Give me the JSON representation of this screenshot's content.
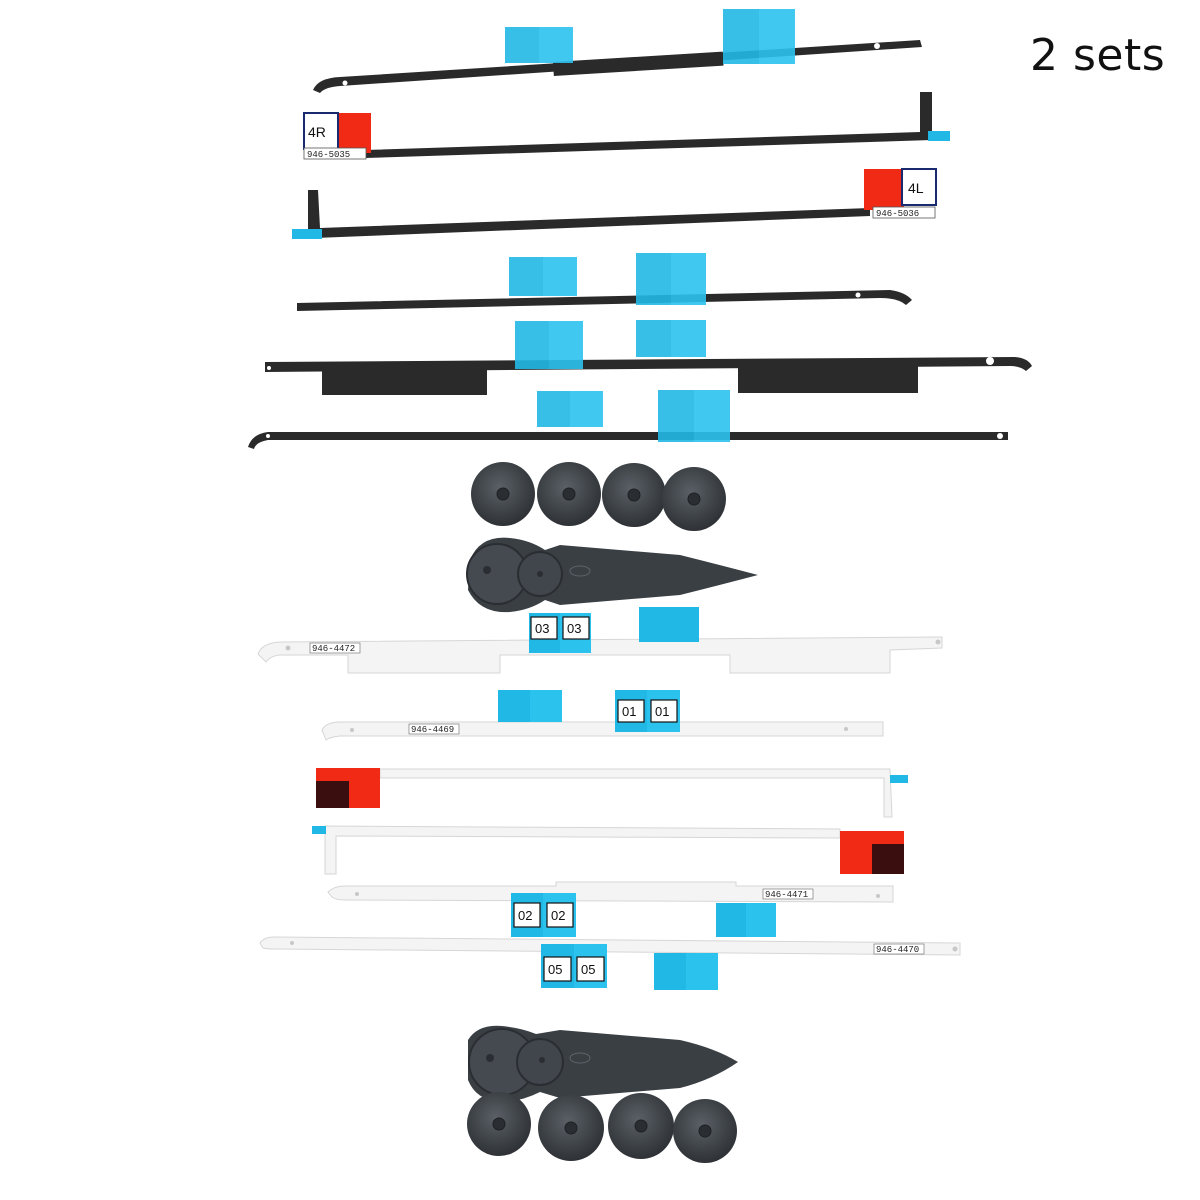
{
  "caption": "2 sets",
  "labels": {
    "strip_4r": "4R",
    "strip_4l": "4L",
    "part_4r": "946-5035",
    "part_4l": "946-5036",
    "part_w1": "946-4472",
    "part_w2": "946-4469",
    "part_w3": "946-4471",
    "part_w4": "946-4470",
    "tab_03": "03",
    "tab_01": "01",
    "tab_02": "02",
    "tab_05": "05"
  },
  "colors": {
    "black_strip": "#2a2a2a",
    "white_strip": "#f4f4f4",
    "blue_tab": "#22b8e6",
    "red_tab": "#f02a14",
    "tool_gray": "#3a3f44"
  },
  "counts": {
    "black_strips": 6,
    "white_strips": 6,
    "suction_cups": 8,
    "opening_tools": 2
  }
}
